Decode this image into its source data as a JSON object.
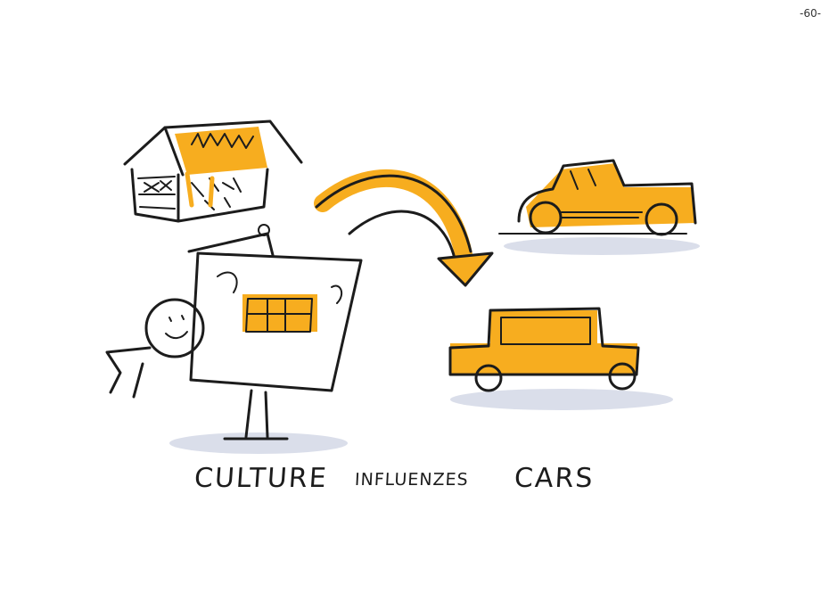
{
  "page_number": "-60-",
  "labels": {
    "culture": "CULTURE",
    "influences": "INFLUENZES",
    "cars": "CARS"
  },
  "colors": {
    "ink": "#1c1c1c",
    "accent": "#f7ad1f",
    "shadow": "#d4d8e6",
    "paper": "#ffffff"
  }
}
